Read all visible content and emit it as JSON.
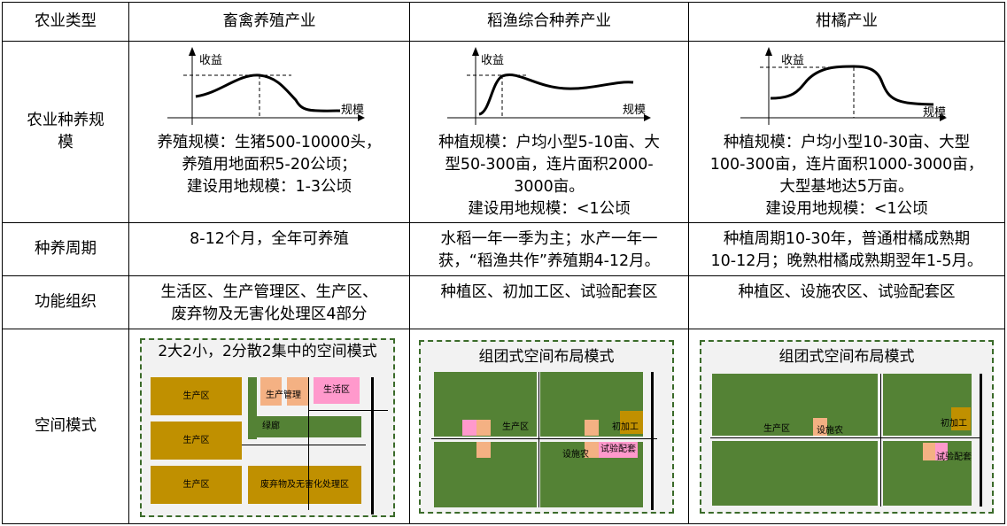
{
  "header": {
    "type": "农业类型",
    "col1": "畜禽养殖产业",
    "col2": "稻渔综合种养产业",
    "col3": "柑橘产业"
  },
  "rows": {
    "scale_label": "农业种养规模",
    "cycle_label": "种养周期",
    "function_label": "功能组织",
    "spatial_label": "空间模式"
  },
  "curves": {
    "y_label": "收益",
    "x_label": "规模"
  },
  "scale": {
    "col1": [
      "养殖规模：生猪500-10000头，",
      "养殖用地面积5-20公顷；",
      "建设用地规模：1-3公顷"
    ],
    "col2": [
      "种植规模：户均小型5-10亩、大",
      "型50-300亩，连片面积2000-",
      "3000亩。",
      "建设用地规模：<1公顷"
    ],
    "col3": [
      "种植规模：户均小型10-30亩、大型",
      "100-300亩，连片面积1000-3000亩，",
      "大型基地达5万亩。",
      "建设用地规模：<1公顷"
    ]
  },
  "cycle": {
    "col1": "8-12个月，全年可养殖",
    "col2": [
      "水稻一年一季为主；水产一年一",
      "获，“稻渔共作”养殖期4-12月。"
    ],
    "col3": [
      "种植周期10-30年，普通柑橘成熟期",
      "10-12月；晚熟柑橘成熟期翌年1-5月。"
    ]
  },
  "function": {
    "col1": [
      "生活区、生产管理区、生产区、",
      "废弃物及无害化处理区4部分"
    ],
    "col2": "种植区、初加工区、试验配套区",
    "col3": "种植区、设施农区、试验配套区"
  },
  "spatial": {
    "col1": {
      "title": "2大2小，2分散2集中的空间模式",
      "prod1": "生产区",
      "prod2": "生产区",
      "prod3": "生产区",
      "mgmt": "生产管理",
      "living": "生活区",
      "greenbelt": "绿廊",
      "waste": "废弃物及无害化处理区"
    },
    "col2": {
      "title": "组团式空间布局模式",
      "prod": "生产区",
      "processing": "初加工",
      "facility": "设施农",
      "test": "试验配套"
    },
    "col3": {
      "title": "组团式空间布局模式",
      "prod": "生产区",
      "facility": "设施农",
      "processing": "初加工",
      "test": "试验配套"
    }
  },
  "colors": {
    "gold": "#c09000",
    "green": "#548235",
    "salmon": "#f4b183",
    "pink": "#ff99cc",
    "dash": "#3b6b2a"
  }
}
